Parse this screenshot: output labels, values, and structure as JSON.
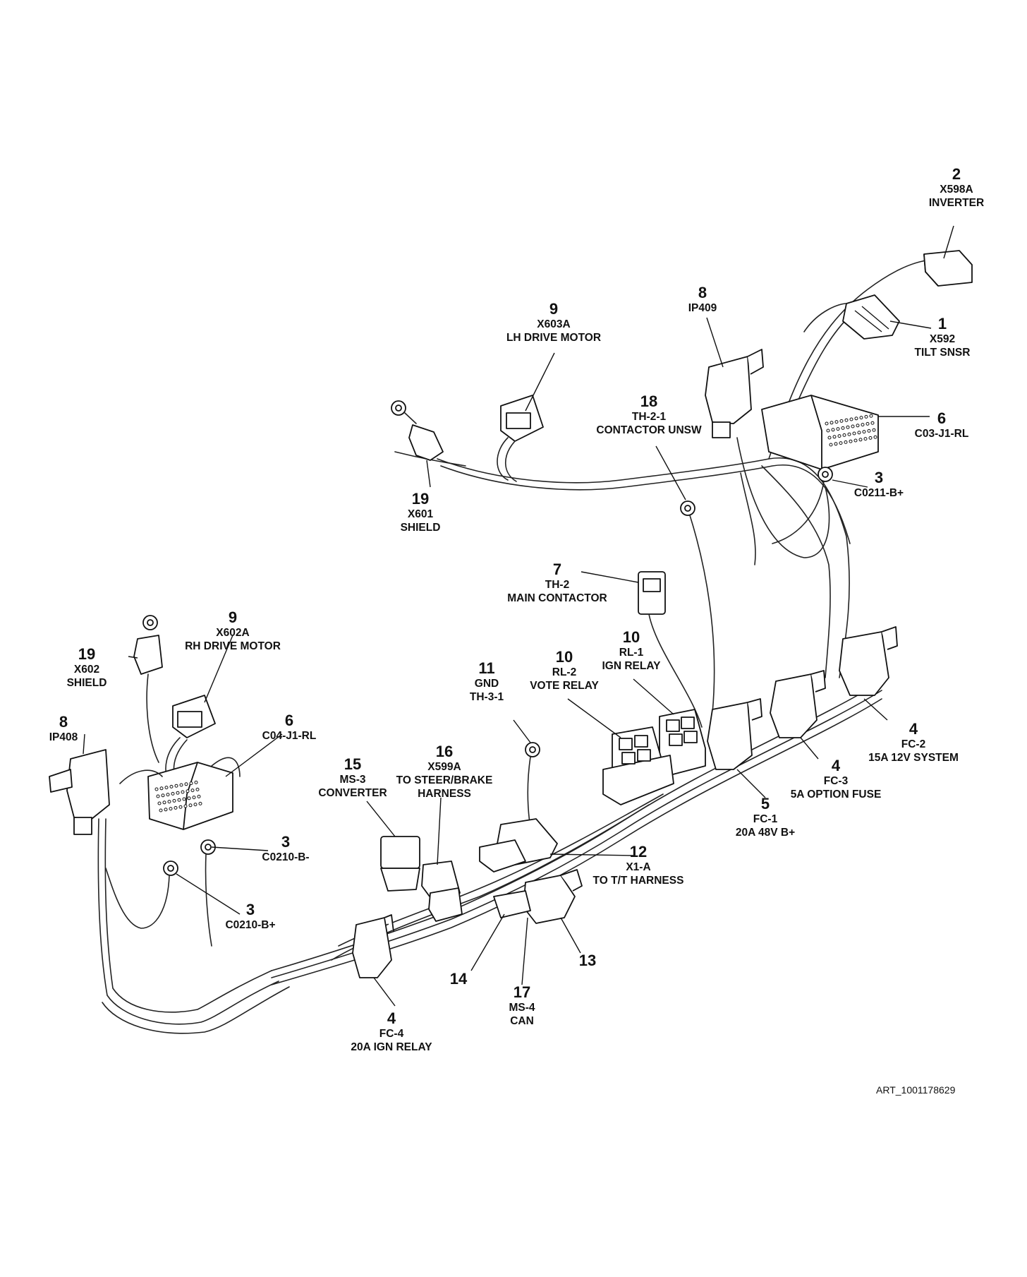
{
  "callouts": [
    {
      "id": "c2",
      "num": "2",
      "lines": [
        "X598A",
        "INVERTER"
      ]
    },
    {
      "id": "c1",
      "num": "1",
      "lines": [
        "X592",
        "TILT SNSR"
      ]
    },
    {
      "id": "c8a",
      "num": "8",
      "lines": [
        "IP409"
      ]
    },
    {
      "id": "c9a",
      "num": "9",
      "lines": [
        "X603A",
        "LH DRIVE MOTOR"
      ]
    },
    {
      "id": "c18",
      "num": "18",
      "lines": [
        "TH-2-1",
        "CONTACTOR UNSW"
      ]
    },
    {
      "id": "c6a",
      "num": "6",
      "lines": [
        "C03-J1-RL"
      ]
    },
    {
      "id": "c3a",
      "num": "3",
      "lines": [
        "C0211-B+"
      ]
    },
    {
      "id": "c19a",
      "num": "19",
      "lines": [
        "X601",
        "SHIELD"
      ]
    },
    {
      "id": "c7",
      "num": "7",
      "lines": [
        "TH-2",
        "MAIN CONTACTOR"
      ]
    },
    {
      "id": "c9b",
      "num": "9",
      "lines": [
        "X602A",
        "RH DRIVE MOTOR"
      ]
    },
    {
      "id": "c19b",
      "num": "19",
      "lines": [
        "X602",
        "SHIELD"
      ]
    },
    {
      "id": "c10a",
      "num": "10",
      "lines": [
        "RL-1",
        "IGN RELAY"
      ]
    },
    {
      "id": "c10b",
      "num": "10",
      "lines": [
        "RL-2",
        "VOTE RELAY"
      ]
    },
    {
      "id": "c11",
      "num": "11",
      "lines": [
        "GND",
        "TH-3-1"
      ]
    },
    {
      "id": "c8b",
      "num": "8",
      "lines": [
        "IP408"
      ]
    },
    {
      "id": "c6b",
      "num": "6",
      "lines": [
        "C04-J1-RL"
      ]
    },
    {
      "id": "c4a",
      "num": "4",
      "lines": [
        "FC-2",
        "15A 12V SYSTEM"
      ]
    },
    {
      "id": "c15",
      "num": "15",
      "lines": [
        "MS-3",
        "CONVERTER"
      ]
    },
    {
      "id": "c16",
      "num": "16",
      "lines": [
        "X599A",
        "TO STEER/BRAKE",
        "HARNESS"
      ]
    },
    {
      "id": "c4b",
      "num": "4",
      "lines": [
        "FC-3",
        "5A OPTION FUSE"
      ]
    },
    {
      "id": "c5",
      "num": "5",
      "lines": [
        "FC-1",
        "20A 48V B+"
      ]
    },
    {
      "id": "c3b",
      "num": "3",
      "lines": [
        "C0210-B-"
      ]
    },
    {
      "id": "c12",
      "num": "12",
      "lines": [
        "X1-A",
        "TO T/T HARNESS"
      ]
    },
    {
      "id": "c3c",
      "num": "3",
      "lines": [
        "C0210-B+"
      ]
    },
    {
      "id": "c13",
      "num": "13",
      "lines": []
    },
    {
      "id": "c14",
      "num": "14",
      "lines": []
    },
    {
      "id": "c17",
      "num": "17",
      "lines": [
        "MS-4",
        "CAN"
      ]
    },
    {
      "id": "c4c",
      "num": "4",
      "lines": [
        "FC-4",
        "20A IGN RELAY"
      ]
    }
  ],
  "art_id": "ART_1001178629"
}
